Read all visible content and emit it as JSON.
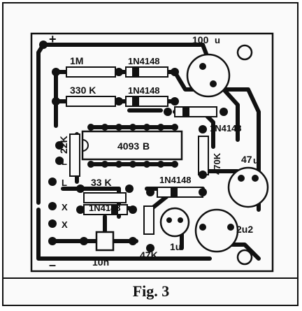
{
  "figure": {
    "caption": "Fig. 3"
  },
  "components": {
    "r_1m": "1M",
    "r_330k": "330 K",
    "d1": "1N4148",
    "d2": "1N4148",
    "d3": "1N4148",
    "d4": "1N4148",
    "d5": "1N4148",
    "c_100u": "100",
    "c_100u_unit": "u",
    "ic": "4093",
    "ic_suffix": "B",
    "r_22k": "22K",
    "r_470k": "470K",
    "c_47u": "47",
    "c_47u_unit": "u",
    "r_33k": "33 K",
    "c_2u2": "2u2",
    "c_1u": "1u",
    "r_47k": "47K",
    "c_10n": "10n"
  },
  "pads": {
    "plus": "+",
    "minus": "–",
    "l1": "L",
    "l2": "L",
    "x1": "X",
    "x2": "X"
  },
  "colors": {
    "ink": "#111111",
    "paper": "#fafafa"
  }
}
